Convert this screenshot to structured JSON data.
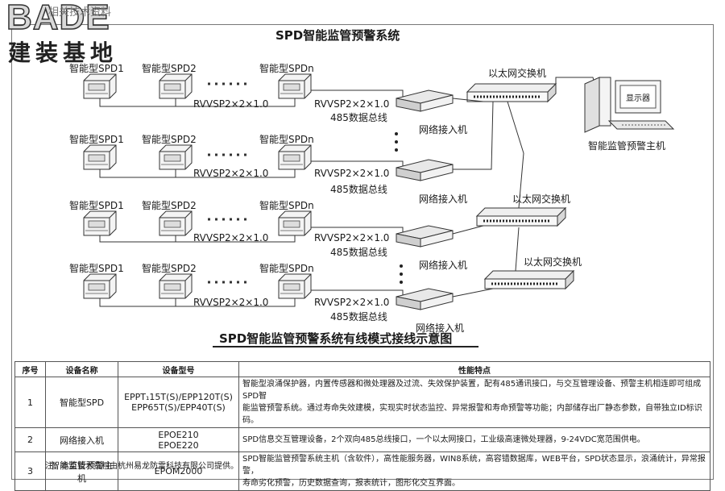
{
  "watermark": "相关技术资料",
  "logo": {
    "brand": "BADE",
    "cn": "建装基地"
  },
  "titles": {
    "top": "SPD智能监管预警系统",
    "diagram": "SPD智能监管预警系统有线模式接线示意图"
  },
  "labels": {
    "spd1": "智能型SPD1",
    "spd2": "智能型SPD2",
    "spdn": "智能型SPDn",
    "cable": "RVVSP2×2×1.0",
    "bus": "485数据总线",
    "netaccess": "网络接入机",
    "switch": "以太网交换机",
    "host": "智能监管预警主机",
    "monitor": "显示器"
  },
  "table": {
    "headers": [
      "序号",
      "设备名称",
      "设备型号",
      "性能特点"
    ],
    "rows": [
      {
        "no": "1",
        "name": "智能型SPD",
        "models": [
          "EPPT₁15T(S)/EPP120T(S)",
          "EPP65T(S)/EPP40T(S)"
        ],
        "features": [
          "智能型浪涌保护器，内置传感器和微处理器及过流、失效保护装置，配有485通讯接口，与交互管理设备、预警主机相连即可组成SPD智",
          "能监管预警系统。通过寿命失效建模，实现实时状态监控、异常报警和寿命预警等功能；内部储存出厂静态参数，自带独立ID标识码。"
        ]
      },
      {
        "no": "2",
        "name": "网络接入机",
        "models": [
          "EPOE210",
          "EPOE220"
        ],
        "features": [
          "SPD信息交互管理设备，2个双向485总线接口，一个以太网接口，工业级高速微处理器，9-24VDC宽范围供电。"
        ]
      },
      {
        "no": "3",
        "name": "智能监管预警主机",
        "models": [
          "EPOM2000"
        ],
        "features": [
          "SPD智能监管预警系统主机（含软件），高性能服务器，WIN8系统，高容错数据库，WEB平台，SPD状态显示，浪涌统计，异常报警，",
          "寿命劣化预警，历史数据查询，报表统计，图形化交互界面。"
        ]
      }
    ]
  },
  "note": "注：本页技术资料由杭州易龙防雷科技有限公司提供。"
}
